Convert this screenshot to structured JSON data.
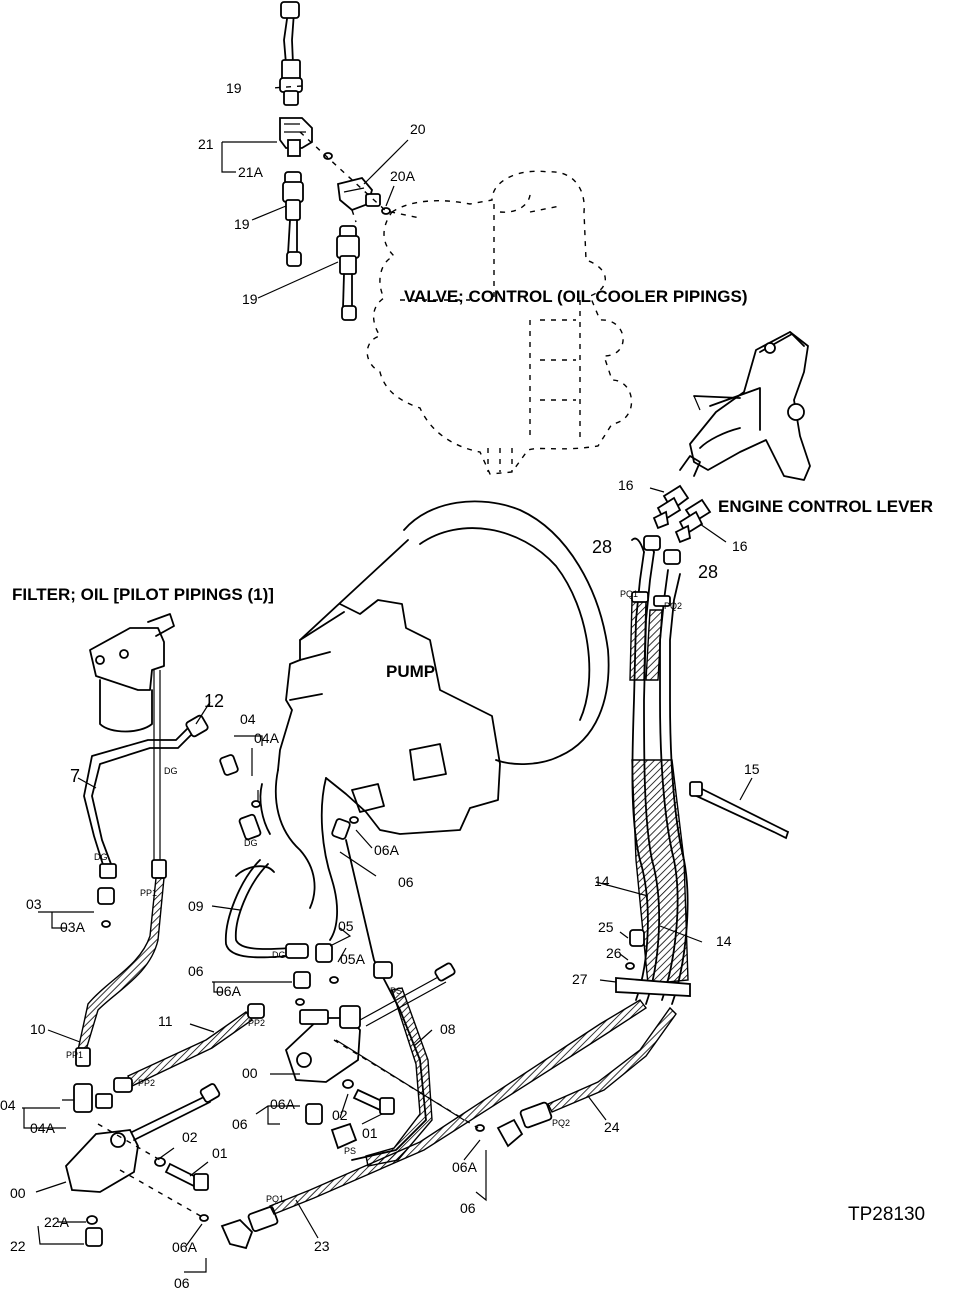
{
  "titles": {
    "valve": "VALVE; CONTROL (OIL COOLER PIPINGS)",
    "engine": "ENGINE CONTROL LEVER",
    "filter": "FILTER; OIL [PILOT PIPINGS (1)]",
    "pump": "PUMP"
  },
  "figure_code": "TP28130",
  "callouts": {
    "c19a": "19",
    "c21": "21",
    "c21a": "21A",
    "c20": "20",
    "c20a": "20A",
    "c19b": "19",
    "c19c": "19",
    "c16a": "16",
    "c16b": "16",
    "c28a": "28",
    "c28b": "28",
    "c12": "12",
    "c7": "7",
    "c04": "04",
    "c04a": "04A",
    "c15": "15",
    "c06a_1": "06A",
    "c06_1": "06",
    "c03": "03",
    "c03a": "03A",
    "c09": "09",
    "c05": "05",
    "c05a": "05A",
    "c14a": "14",
    "c14b": "14",
    "c25": "25",
    "c26": "26",
    "c27": "27",
    "c06_2": "06",
    "c06a_2": "06A",
    "c10": "10",
    "c11": "11",
    "c08": "08",
    "c00a": "00",
    "c04b": "04",
    "c04a_b": "04A",
    "c06_3": "06",
    "c06a_3": "06A",
    "c02a": "02",
    "c01a": "01",
    "c02b": "02",
    "c01b": "01",
    "c00b": "00",
    "c22a": "22A",
    "c22": "22",
    "c06a_4": "06A",
    "c06_4": "06",
    "c23": "23",
    "c06a_5": "06A",
    "c06_5": "06",
    "c24": "24"
  },
  "ports": {
    "pq1": "PQ1",
    "pq2": "PQ2",
    "pq1b": "PQ1",
    "pq2b": "PQ2",
    "dg1": "DG",
    "dg2": "DG",
    "dg3": "DG",
    "dg4": "DG",
    "pp1": "PP1",
    "pp1b": "PP1",
    "pp2": "PP2",
    "pp2b": "PP2",
    "ps1": "PS",
    "ps2": "PS"
  }
}
